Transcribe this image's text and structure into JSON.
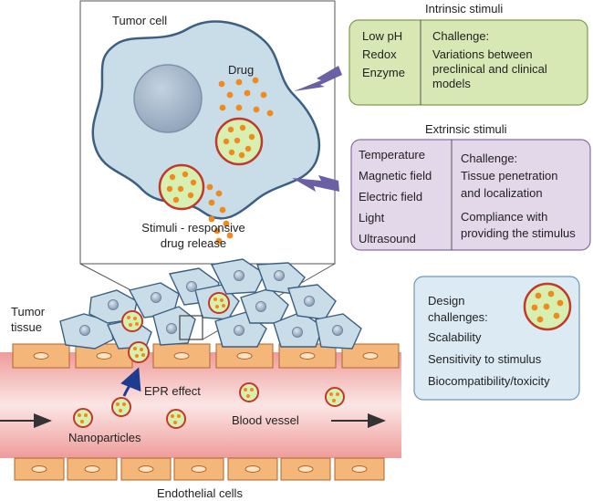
{
  "tumor_cell_label": "Tumor cell",
  "drug_label": "Drug",
  "release_label_line1": "Stimuli - responsive",
  "release_label_line2": "drug release",
  "intrinsic": {
    "title": "Intrinsic stimuli",
    "stimuli": [
      "Low pH",
      "Redox",
      "Enzyme"
    ],
    "challenge_lines": [
      "Challenge:",
      "Variations between",
      "preclinical and clinical",
      "models"
    ]
  },
  "extrinsic": {
    "title": "Extrinsic stimuli",
    "stimuli": [
      "Temperature",
      "Magnetic field",
      "Electric field",
      "Light",
      "Ultrasound"
    ],
    "challenge_lines": [
      "Challenge:",
      "Tissue penetration",
      "and localization",
      "Compliance with",
      "providing the stimulus"
    ]
  },
  "design": {
    "title_line1": "Design",
    "title_line2": "challenges:",
    "items": [
      "Scalability",
      "Sensitivity to stimulus",
      "Biocompatibility/toxicity"
    ]
  },
  "tumor_tissue_line1": "Tumor",
  "tumor_tissue_line2": "tissue",
  "epr_label": "EPR effect",
  "nanoparticles_label": "Nanoparticles",
  "blood_vessel_label": "Blood vessel",
  "endothelial_label": "Endothelial cells",
  "colors": {
    "cell_fill": "#c9dde9",
    "cell_stroke": "#3d5f82",
    "nucleus": "#9fb2c7",
    "drug": "#f08a1c",
    "nanoparticle_fill": "#d7efb0",
    "nanoparticle_stroke": "#c0392b",
    "intrinsic_box": "#d8e8b4",
    "extrinsic_box": "#e3d7ea",
    "design_box": "#dbeaf3",
    "endothelial": "#f5b679",
    "vessel": "#f1b6b4"
  }
}
